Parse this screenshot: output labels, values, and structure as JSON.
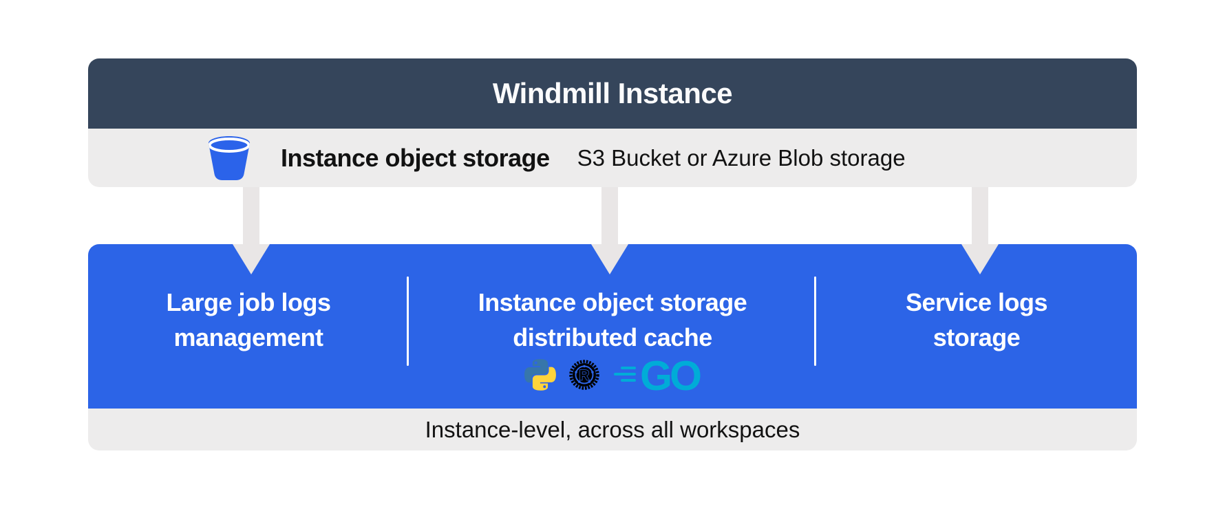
{
  "header": {
    "title": "Windmill Instance"
  },
  "storage_row": {
    "icon": "bucket-icon",
    "label": "Instance object storage",
    "sublabel": "S3 Bucket or Azure Blob storage"
  },
  "panel": {
    "sections": [
      {
        "id": "large-job-logs",
        "title_lines": [
          "Large job logs",
          "management"
        ]
      },
      {
        "id": "distributed-cache",
        "title_lines": [
          "Instance object storage",
          "distributed cache"
        ],
        "icons": [
          "python-icon",
          "rust-icon",
          "go-icon"
        ]
      },
      {
        "id": "service-logs",
        "title_lines": [
          "Service logs",
          "storage"
        ]
      }
    ]
  },
  "footer": {
    "label": "Instance-level, across all workspaces"
  },
  "colors": {
    "header_bg": "#35455B",
    "panel_blue": "#2C64E7",
    "bar_gray": "#EDECEC",
    "arrow_gray": "#E9E6E6",
    "bucket_blue": "#2B63EA",
    "python_blue": "#3776AB",
    "python_yellow": "#FFD43B",
    "rust_black": "#000000",
    "go_teal": "#00ACD7"
  }
}
